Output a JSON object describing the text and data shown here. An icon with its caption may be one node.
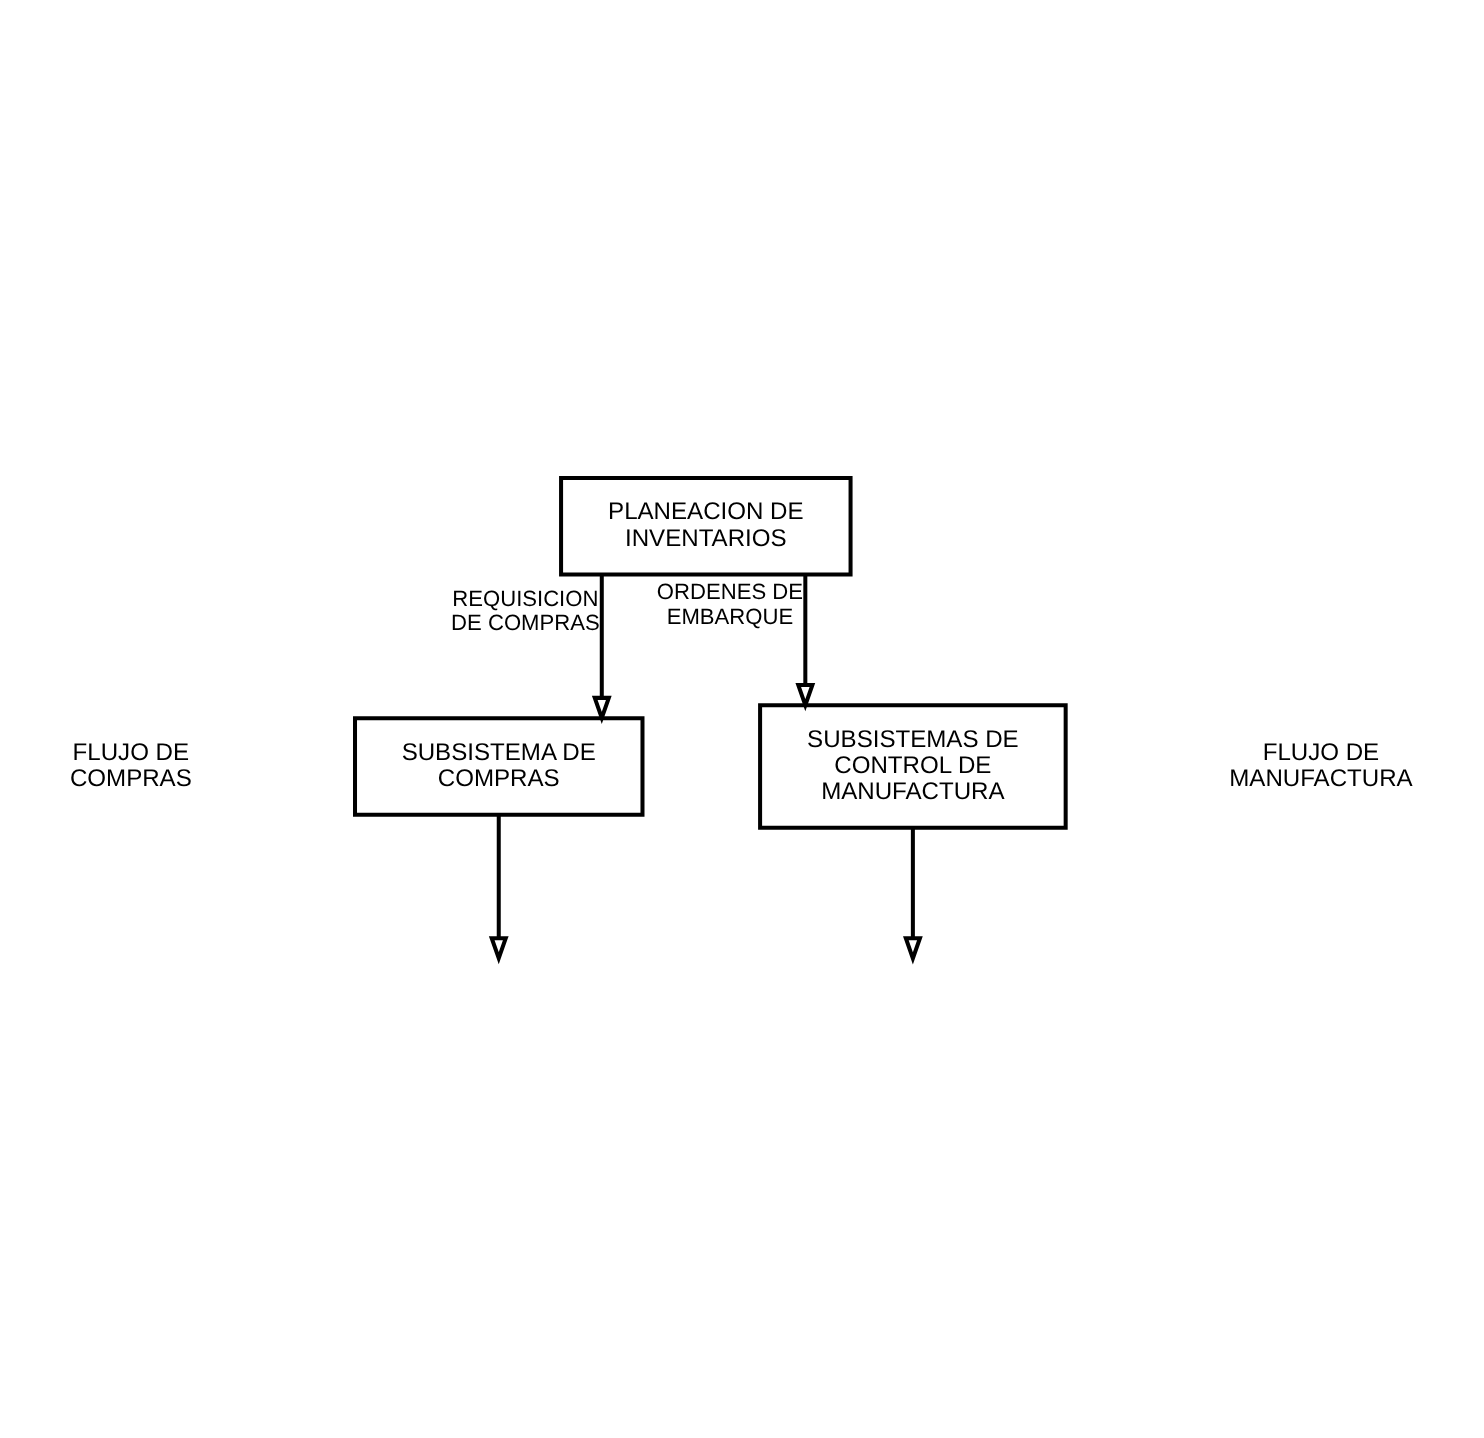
{
  "diagram": {
    "nodes": [
      {
        "text": [
          "PLANEACION DE INVENTARIOS"
        ]
      },
      {
        "text": [
          "SUBSISTEMA DE COMPRAS"
        ]
      },
      {
        "text": [
          "SUBSISTEMAS DE CONTROL DE MANUFACTURA"
        ]
      }
    ],
    "edges": [
      {
        "from": 0,
        "to": 1,
        "arrow": "to",
        "label": "REQUISICION DE COMPRAS"
      },
      {
        "from": 0,
        "to": 2,
        "arrow": "to",
        "label": "ORDENES DE EMBARQUE"
      },
      {
        "from": 1,
        "to": null,
        "arrow": "to"
      },
      {
        "from": 2,
        "to": null,
        "arrow": "to"
      }
    ],
    "labels": [
      "FLUJO DE COMPRAS",
      "FLUJO DE MANUFACTURA"
    ]
  }
}
